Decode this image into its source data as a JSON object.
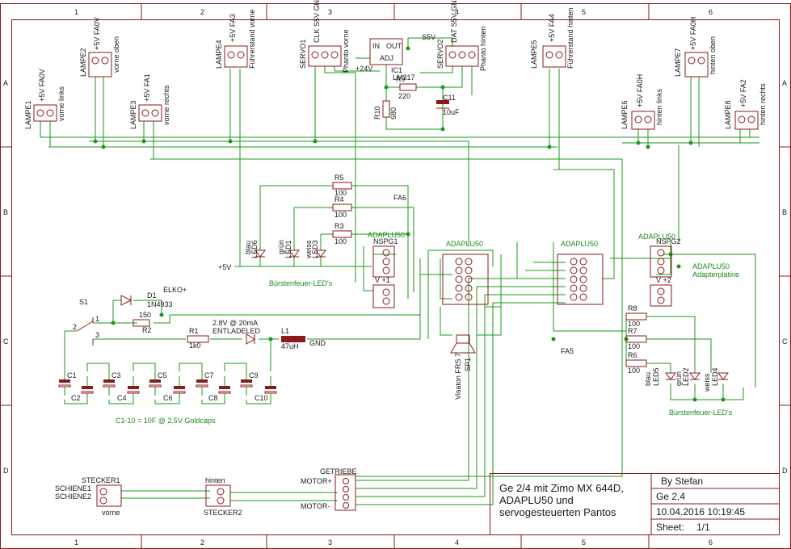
{
  "grid": {
    "cols": [
      "1",
      "2",
      "3",
      "4",
      "5",
      "6"
    ],
    "rows": [
      "A",
      "B",
      "C",
      "D"
    ]
  },
  "lamps": [
    {
      "ref": "LAMPE1",
      "pins": "+5V FA0V",
      "desc": "vorne links"
    },
    {
      "ref": "LAMPE2",
      "pins": "+5V FA0V",
      "desc": "vorne oben"
    },
    {
      "ref": "LAMPE3",
      "pins": "+5V FA1",
      "desc": "vorne rechts"
    },
    {
      "ref": "LAMPE4",
      "pins": "+5V FA3",
      "desc": "Führerstand vorne"
    },
    {
      "ref": "LAMPE5",
      "pins": "+5V FA4",
      "desc": "Führerstand hinten"
    },
    {
      "ref": "LAMPE6",
      "pins": "+5V FA0H",
      "desc": "hinten links"
    },
    {
      "ref": "LAMPE7",
      "pins": "+5V FA0H",
      "desc": "hinten oben"
    },
    {
      "ref": "LAMPE8",
      "pins": "+5V FA2",
      "desc": "hinten rechts"
    }
  ],
  "servos": [
    {
      "ref": "SERVO1",
      "pins": "CLK S5V GND",
      "desc": "Phanto vorne"
    },
    {
      "ref": "SERVO2",
      "pins": "DAT S5V GND",
      "desc": "Phanto hinten"
    }
  ],
  "regulator": {
    "in": "IN",
    "out": "OUT",
    "adj": "ADJ",
    "ref": "IC1",
    "part": "LM317",
    "vin": "+24V",
    "vout": "S5V"
  },
  "resistors": {
    "r9": "R9",
    "r9v": "220",
    "r10": "R10",
    "r10v": "680",
    "r5": "R5",
    "r5v": "100",
    "r4": "R4",
    "r4v": "100",
    "r3": "R3",
    "r3v": "100",
    "r8": "R8",
    "r8v": "100",
    "r7": "R7",
    "r7v": "100",
    "r6": "R6",
    "r6v": "100",
    "r2": "R2",
    "r2v": "150",
    "r1": "R1",
    "r1v": "1k0"
  },
  "cap_c11": {
    "ref": "C11",
    "val": "10uF"
  },
  "nets": {
    "fa6": "FA6",
    "fa5": "FA5",
    "plus5v": "+5V",
    "gnd": "GND",
    "elko": "ELKO+"
  },
  "leds_front": {
    "l6": "LED6",
    "l6c": "blau",
    "l1": "LED1",
    "l1c": "grün",
    "l3": "LED3",
    "l3c": "weiss",
    "label": "Bürstenfeuer-LED's"
  },
  "leds_rear": {
    "l5": "LED5",
    "l5c": "blau",
    "l2": "LED2",
    "l2c": "grün",
    "l4": "LED4",
    "l4c": "weiss",
    "label": "Bürstenfeuer-LED's"
  },
  "adaplu": {
    "nspg1": "ADAPLU50",
    "nspg1b": "NSPG1",
    "v1": "V +1",
    "main1": "ADAPLU50",
    "main2": "ADAPLU50",
    "nspg2": "ADAPLU50",
    "nspg2b": "NSPG2",
    "v2": "V +2",
    "adapter": "ADAPLU50",
    "adapter2": "Adapterplatine"
  },
  "speaker": {
    "ref": "SP1",
    "part": "Visaton FRS 7"
  },
  "charge": {
    "s1": "S1",
    "d1": "D1",
    "d1p": "1N4933",
    "l1": "L1",
    "l1v": "47uH",
    "led": "ENTLADELED",
    "led_spec": "2.8V @ 20mA"
  },
  "caps": [
    "C1",
    "C2",
    "C3",
    "C4",
    "C5",
    "C6",
    "C7",
    "C8",
    "C9",
    "C10"
  ],
  "caps_note": "C1-10 = 10F @ 2.5V Goldcaps",
  "bottom": {
    "st1": "STECKER1",
    "st1d": "vorne",
    "sch1": "SCHIENE1",
    "sch2": "SCHIENE2",
    "st2": "STECKER2",
    "st2d": "hinten",
    "gear": "GETRIEBE",
    "mp": "MOTOR+",
    "mm": "MOTOR-"
  },
  "titleblock": {
    "desc1": "Ge 2/4 mit Zimo MX 644D,",
    "desc2": "ADAPLU50 und",
    "desc3": "servogesteuerten Pantos",
    "author": "By Stefan",
    "name": "Ge 2,4",
    "date": "10.04.2016 10:19:45",
    "sheet_label": "Sheet:",
    "sheet": "1/1"
  }
}
